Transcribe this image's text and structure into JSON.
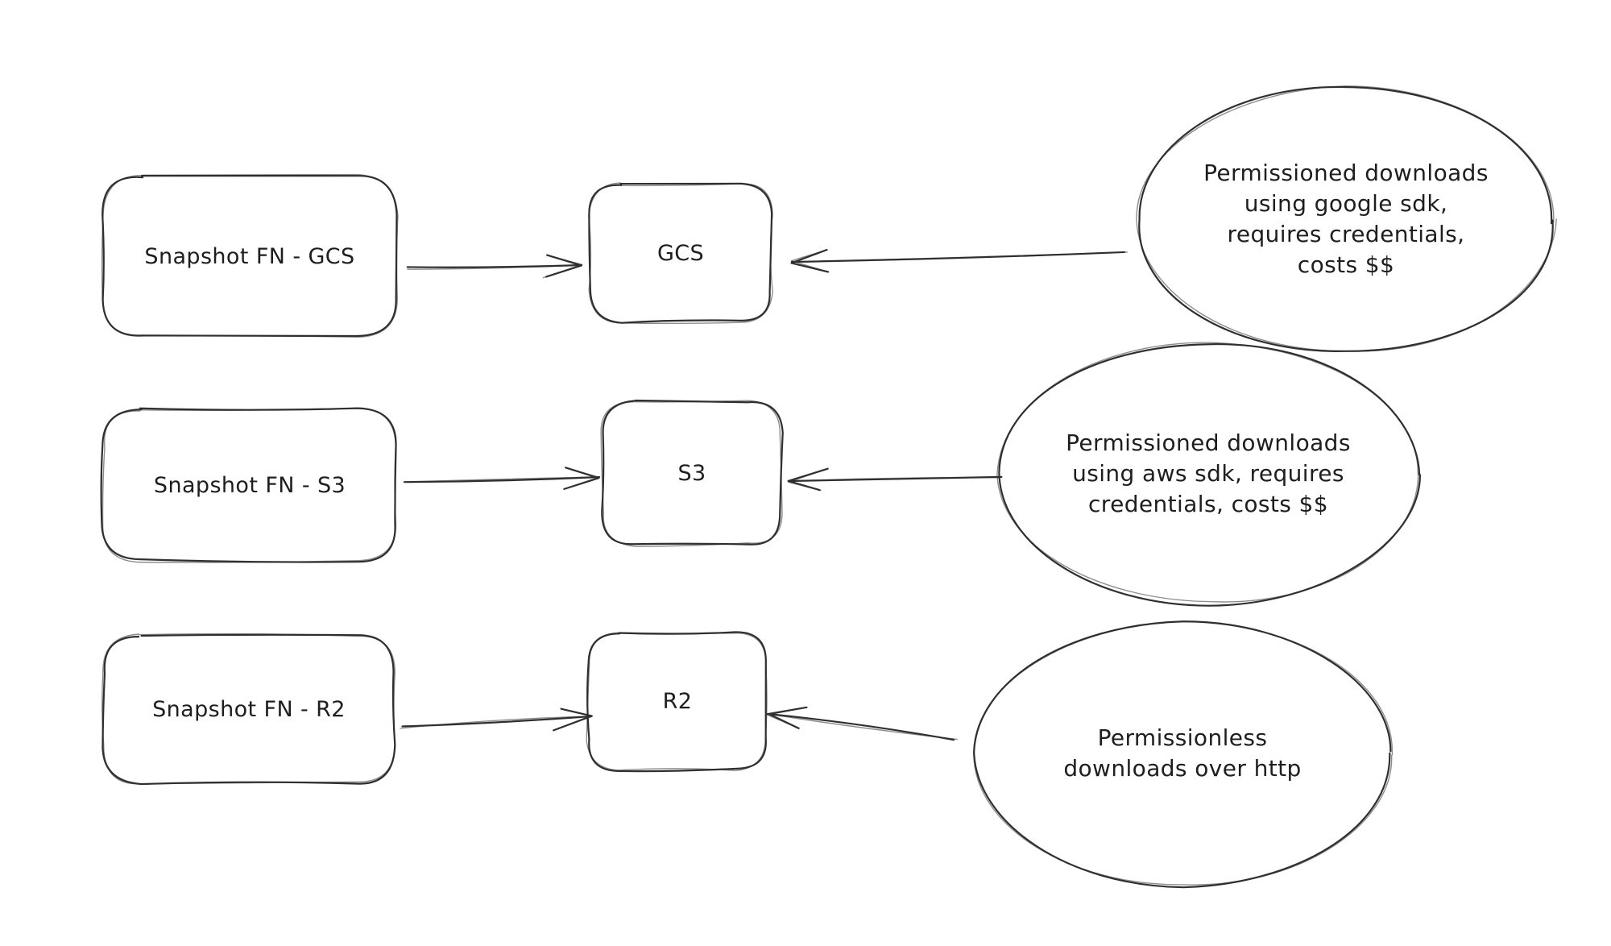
{
  "canvas": {
    "background": "#ffffff",
    "ink": "#2f2f2f",
    "text_color": "#1e1e1e"
  },
  "rows": [
    {
      "id": "gcs",
      "source": {
        "label": "Snapshot FN - GCS"
      },
      "target": {
        "label": "GCS"
      },
      "note": {
        "lines": [
          "Permissioned downloads",
          "using google sdk,",
          "requires credentials,",
          "costs $$"
        ]
      }
    },
    {
      "id": "s3",
      "source": {
        "label": "Snapshot FN - S3"
      },
      "target": {
        "label": "S3"
      },
      "note": {
        "lines": [
          "Permissioned downloads",
          "using aws sdk, requires",
          "credentials, costs $$"
        ]
      }
    },
    {
      "id": "r2",
      "source": {
        "label": "Snapshot FN - R2"
      },
      "target": {
        "label": "R2"
      },
      "note": {
        "lines": [
          "Permissionless",
          "downloads over http"
        ]
      }
    }
  ]
}
